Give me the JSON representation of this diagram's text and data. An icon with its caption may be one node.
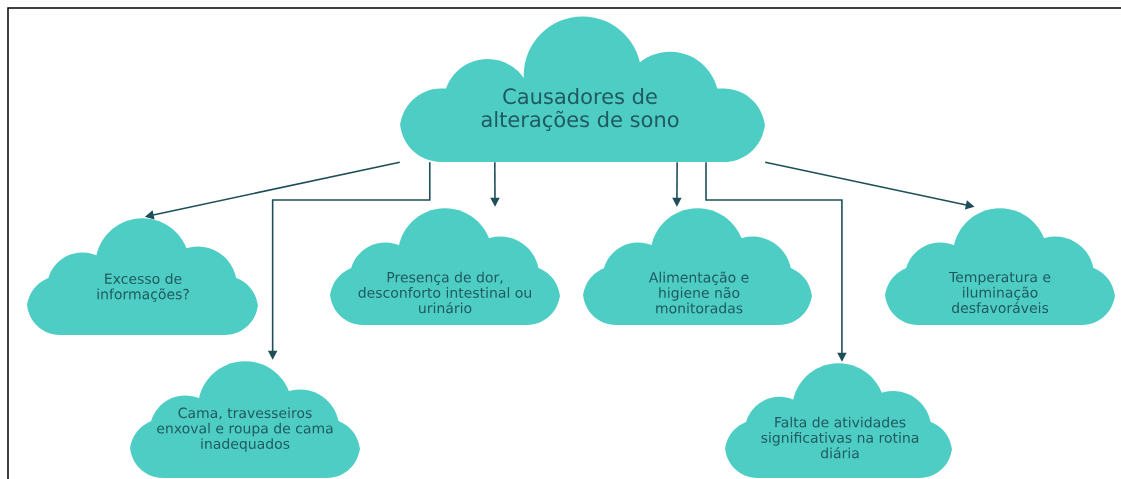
{
  "diagram": {
    "nodes": [
      {
        "text": [
          "Causadores de alterações de sono"
        ]
      },
      {
        "text": [
          "Excesso de informações?"
        ]
      },
      {
        "text": [
          "Cama, travesseiros enxoval e roupa de cama inadequados"
        ]
      },
      {
        "text": [
          "Presença de dor, desconforto intestinal ou urinário"
        ]
      },
      {
        "text": [
          "Alimentação e higiene não monitoradas"
        ]
      },
      {
        "text": [
          "Falta de atividades significativas na rotina diária"
        ]
      },
      {
        "text": [
          "Temperatura e iluminação desfavoráveis"
        ]
      }
    ],
    "edges": [
      {
        "from": 0,
        "to": 1,
        "arrow": "to"
      },
      {
        "from": 0,
        "to": 2,
        "arrow": "to"
      },
      {
        "from": 0,
        "to": 3,
        "arrow": "to"
      },
      {
        "from": 0,
        "to": 4,
        "arrow": "to"
      },
      {
        "from": 0,
        "to": 5,
        "arrow": "to"
      },
      {
        "from": 0,
        "to": 6,
        "arrow": "to"
      }
    ]
  }
}
